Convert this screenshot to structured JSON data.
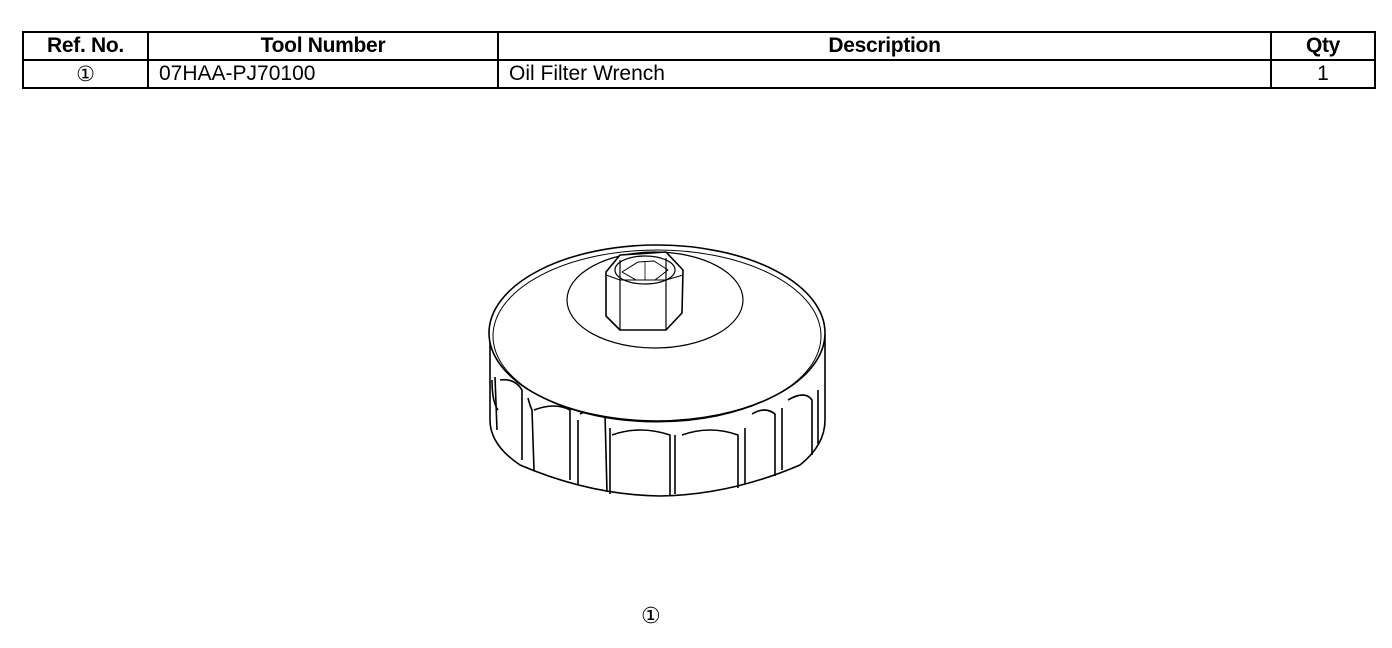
{
  "table": {
    "headers": {
      "ref_no": "Ref. No.",
      "tool_number": "Tool Number",
      "description": "Description",
      "qty": "Qty"
    },
    "rows": [
      {
        "ref_no": "①",
        "tool_number": "07HAA-PJ70100",
        "description": "Oil Filter Wrench",
        "qty": "1"
      }
    ]
  },
  "illustration": {
    "icon": "oil-filter-wrench-icon",
    "callout": "①"
  }
}
